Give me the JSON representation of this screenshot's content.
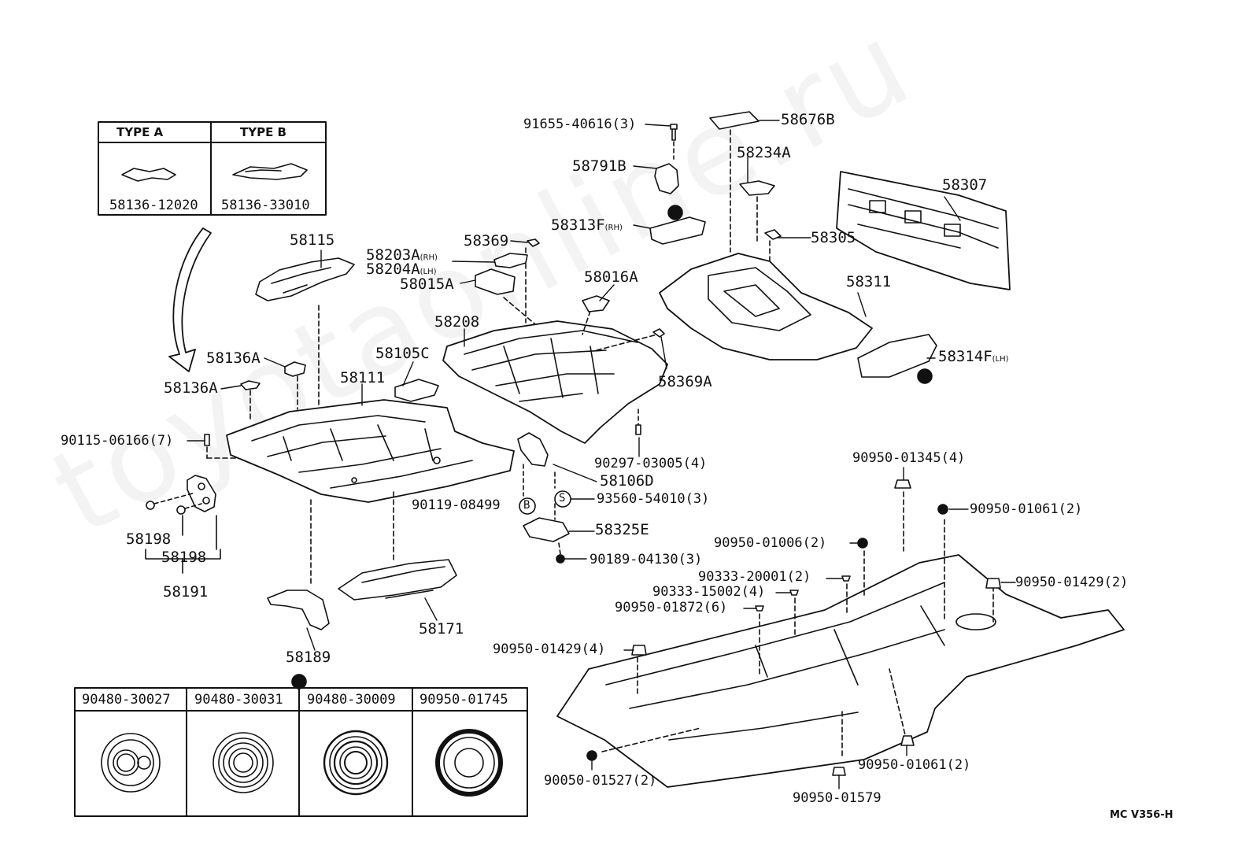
{
  "watermark": "toyotaonline.ru",
  "drawing_code": "MC V356-H",
  "type_table": {
    "headers": [
      "TYPE A",
      "TYPE B"
    ],
    "parts": [
      "58136-12020",
      "58136-33010"
    ]
  },
  "plug_table": {
    "headers": [
      "90480-30027",
      "90480-30031",
      "90480-30009",
      "90950-01745"
    ]
  },
  "labels": {
    "p91655": "91655-40616(3)",
    "p58676B": "58676B",
    "p58234A": "58234A",
    "p58791B": "58791B",
    "p58313F": "58313F",
    "p58313F_sfx": "(RH)",
    "p58307": "58307",
    "p58369": "58369",
    "p58305": "58305",
    "p58115": "58115",
    "p58203A": "58203A",
    "p58203A_sfx": "(RH)",
    "p58204A": "58204A",
    "p58204A_sfx": "(LH)",
    "p58015A": "58015A",
    "p58016A": "58016A",
    "p58311": "58311",
    "p58208": "58208",
    "p58136A_1": "58136A",
    "p58105C": "58105C",
    "p58314F": "58314F",
    "p58314F_sfx": "(LH)",
    "p58111": "58111",
    "p58369A": "58369A",
    "p58136A_2": "58136A",
    "p90115": "90115-06166(7)",
    "p90297": "90297-03005(4)",
    "p90950_01345": "90950-01345(4)",
    "p58106D": "58106D",
    "p90119": "90119-08499",
    "p93560": "93560-54010(3)",
    "p90950_01061a": "90950-01061(2)",
    "p58325E": "58325E",
    "p58198a": "58198",
    "p90950_01006": "90950-01006(2)",
    "p58198b": "58198",
    "p90189": "90189-04130(3)",
    "p90333_20001": "90333-20001(2)",
    "p90950_01429a": "90950-01429(2)",
    "p58191": "58191",
    "p90333_15002": "90333-15002(4)",
    "p90950_01872": "90950-01872(6)",
    "p58171": "58171",
    "p90950_01429b": "90950-01429(4)",
    "p58189": "58189",
    "p90950_01061b": "90950-01061(2)",
    "p90050": "90050-01527(2)",
    "p90950_01579": "90950-01579"
  },
  "markers": {
    "circle_b": "B",
    "circle_s": "S"
  }
}
